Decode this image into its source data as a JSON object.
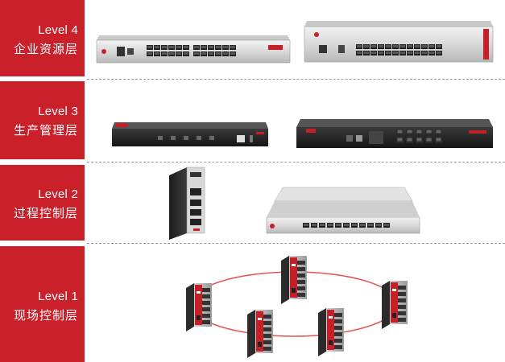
{
  "levels": [
    {
      "level": "Level 4",
      "label": "企业资源层"
    },
    {
      "level": "Level 3",
      "label": "生产管理层"
    },
    {
      "level": "Level 2",
      "label": "过程控制层"
    },
    {
      "level": "Level 1",
      "label": "现场控制层"
    }
  ],
  "colors": {
    "band": "#c9202a",
    "divider": "#9a9a9a",
    "ring": "#e05a5a"
  },
  "devices": {
    "level4": [
      "rackmount-switch-silver",
      "rackmount-switch-silver"
    ],
    "level3": [
      "rackmount-appliance-black",
      "rackmount-appliance-black"
    ],
    "level2": [
      "din-rail-switch",
      "rackmount-switch-silver"
    ],
    "level1": [
      "industrial-switch",
      "industrial-switch",
      "industrial-switch",
      "industrial-switch",
      "industrial-switch"
    ]
  }
}
